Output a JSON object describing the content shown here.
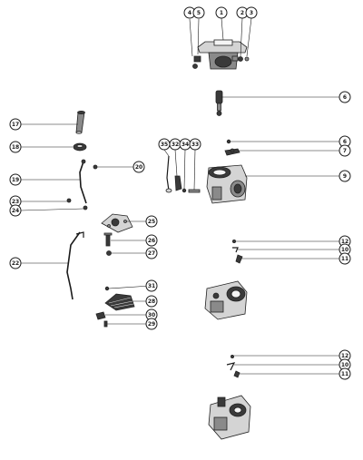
{
  "diagram": {
    "callouts": [
      {
        "id": "c4",
        "label": "4"
      },
      {
        "id": "c5",
        "label": "5"
      },
      {
        "id": "c1",
        "label": "1"
      },
      {
        "id": "c2",
        "label": "2"
      },
      {
        "id": "c3",
        "label": "3"
      },
      {
        "id": "c6a",
        "label": "6"
      },
      {
        "id": "c17",
        "label": "17"
      },
      {
        "id": "c18",
        "label": "18"
      },
      {
        "id": "c35",
        "label": "35"
      },
      {
        "id": "c32",
        "label": "32"
      },
      {
        "id": "c34",
        "label": "34"
      },
      {
        "id": "c33",
        "label": "33"
      },
      {
        "id": "c6b",
        "label": "6"
      },
      {
        "id": "c7",
        "label": "7"
      },
      {
        "id": "c20",
        "label": "20"
      },
      {
        "id": "c9",
        "label": "9"
      },
      {
        "id": "c19",
        "label": "19"
      },
      {
        "id": "c23",
        "label": "23"
      },
      {
        "id": "c24",
        "label": "24"
      },
      {
        "id": "c25",
        "label": "25"
      },
      {
        "id": "c26",
        "label": "26"
      },
      {
        "id": "c27",
        "label": "27"
      },
      {
        "id": "c12a",
        "label": "12"
      },
      {
        "id": "c10a",
        "label": "10"
      },
      {
        "id": "c11a",
        "label": "11"
      },
      {
        "id": "c22",
        "label": "22"
      },
      {
        "id": "c31",
        "label": "31"
      },
      {
        "id": "c28",
        "label": "28"
      },
      {
        "id": "c30",
        "label": "30"
      },
      {
        "id": "c29",
        "label": "29"
      },
      {
        "id": "c12b",
        "label": "12"
      },
      {
        "id": "c10b",
        "label": "10"
      },
      {
        "id": "c11b",
        "label": "11"
      }
    ]
  }
}
